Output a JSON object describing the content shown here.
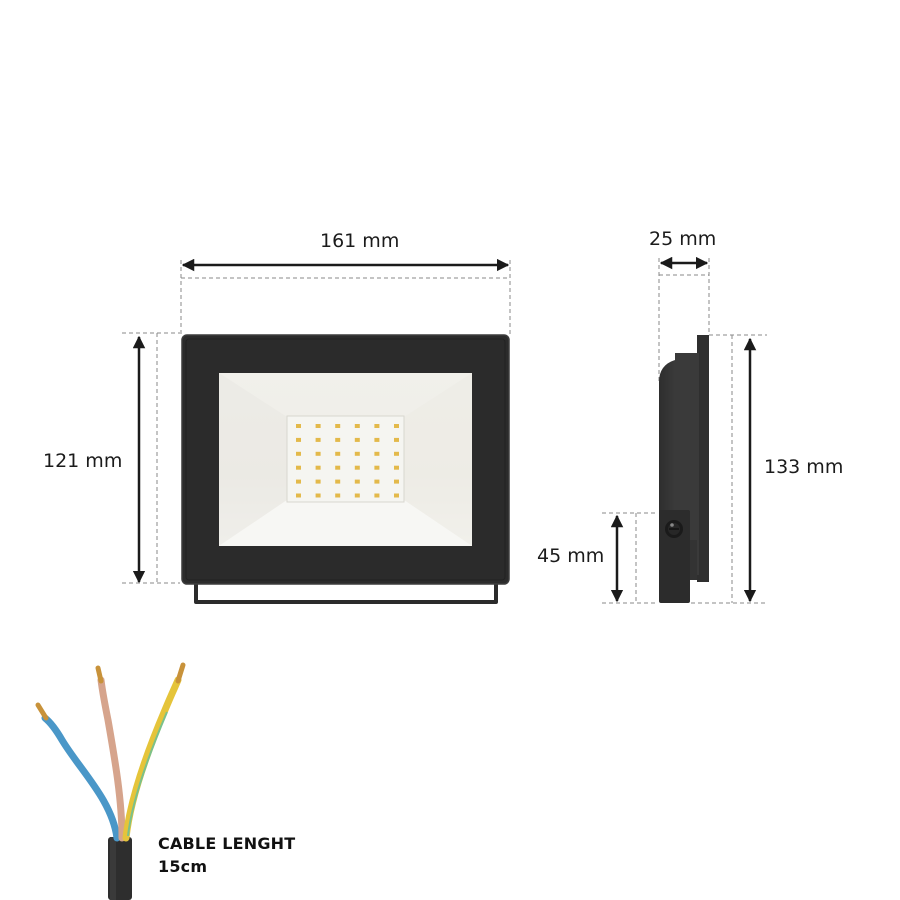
{
  "dimensions": {
    "width": {
      "label": "161 mm",
      "value": 161,
      "unit": "mm"
    },
    "height_front": {
      "label": "121 mm",
      "value": 121,
      "unit": "mm"
    },
    "depth": {
      "label": "25 mm",
      "value": 25,
      "unit": "mm"
    },
    "height_side": {
      "label": "133 mm",
      "value": 133,
      "unit": "mm"
    },
    "bracket_height": {
      "label": "45 mm",
      "value": 45,
      "unit": "mm"
    }
  },
  "cable": {
    "title": "CABLE LENGHT",
    "length": "15cm",
    "wires": [
      {
        "name": "blue",
        "color": "#4a97c8"
      },
      {
        "name": "brown",
        "color": "#d6a48c"
      },
      {
        "name": "yellow-green",
        "color": "#e5c43a"
      }
    ],
    "jacket_color": "#2e2e2e"
  },
  "floodlight": {
    "body_color": "#2b2b2b",
    "reflector_color": "#f2f1ec",
    "led_color": "#e3b94a",
    "led_rows": 6,
    "led_cols": 6
  }
}
